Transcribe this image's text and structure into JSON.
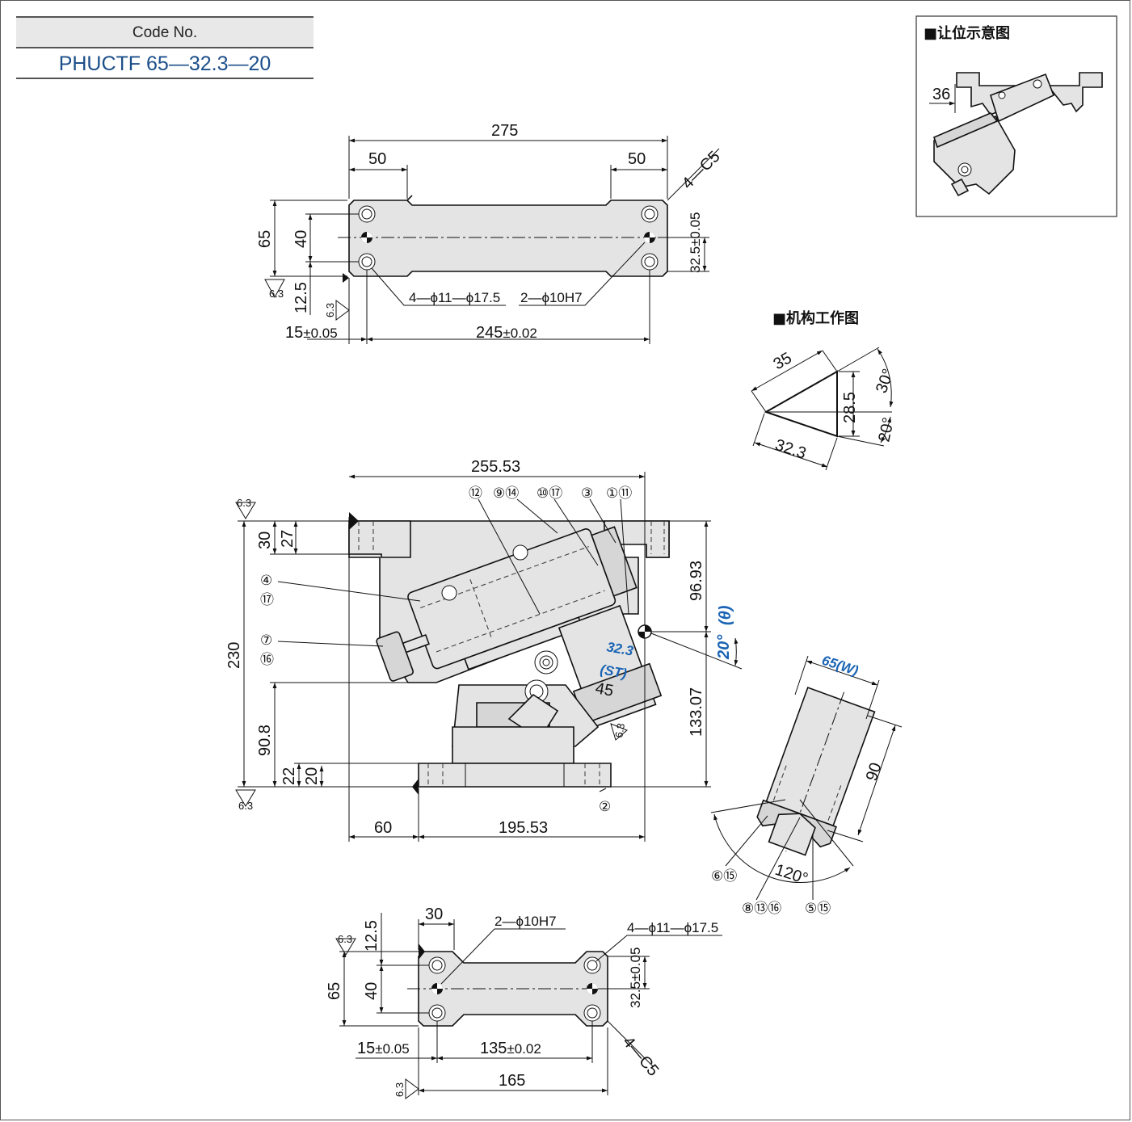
{
  "code": {
    "label": "Code No.",
    "value": "PHUCTF 65—32.3—20"
  },
  "titles": {
    "clearance": "■让位示意图",
    "mechanism": "■机构工作图"
  },
  "roughness": "6.3",
  "top_view": {
    "overall_width": "275",
    "end_left": "50",
    "end_right": "50",
    "chamfer": "4—C5",
    "height": "65",
    "hole_pitch_v": "40",
    "edge_v": "12.5",
    "pin_offset": "32.5±0.05",
    "hole_spec": "4—ϕ11—ϕ17.5",
    "pin_spec": "2—ϕ10H7",
    "edge_h_num": "15",
    "edge_h_tol": "±0.05",
    "pitch_h_num": "245",
    "pitch_h_tol": "±0.02"
  },
  "side_view": {
    "width": "255.53",
    "height": "230",
    "flange_top": "30",
    "flange_top2": "27",
    "upper_h": "96.93",
    "lower_h": "133.07",
    "base_h": "90.8",
    "base_flange": "22",
    "base_flange2": "20",
    "left_offset": "60",
    "right_offset": "195.53",
    "angle": "20°",
    "angle_sym": "(θ)",
    "stroke": "32.3",
    "stroke_sym": "(ST)",
    "inner": "45",
    "callouts": [
      "⑫",
      "⑨⑭",
      "⑩⑰",
      "③",
      "①⑪",
      "④",
      "⑰",
      "⑦",
      "⑯",
      "②"
    ]
  },
  "mechanism": {
    "hyp": "35",
    "vert": "28.5",
    "base": "32.3",
    "angle_top": "30°",
    "angle_bottom": "20°"
  },
  "clearance": {
    "dim": "36"
  },
  "jaw_view": {
    "width": "65",
    "width_sym": "(W)",
    "length": "90",
    "angle": "120°",
    "callouts": [
      "⑥⑮",
      "⑧⑬⑯",
      "⑤⑮"
    ]
  },
  "bottom_view": {
    "end_w": "30",
    "edge_v": "12.5",
    "height": "65",
    "pitch_v": "40",
    "pin_spec": "2—ϕ10H7",
    "hole_spec": "4—ϕ11—ϕ17.5",
    "pin_offset": "32.5±0.05",
    "edge_h_num": "15",
    "edge_h_tol": "±0.05",
    "pitch_h_num": "135",
    "pitch_h_tol": "±0.02",
    "overall": "165",
    "chamfer": "4—C5"
  }
}
